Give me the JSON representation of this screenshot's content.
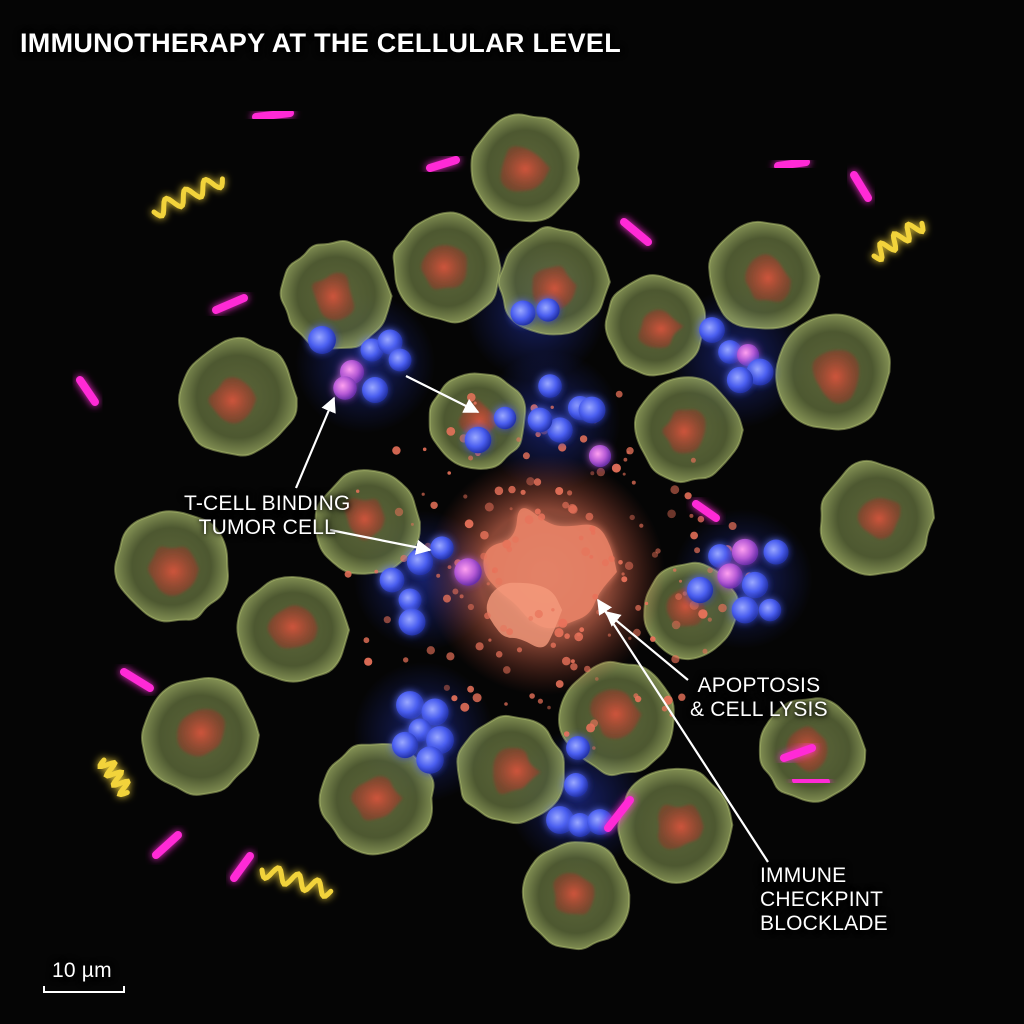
{
  "title": "IMMUNOTHERAPY AT THE CELLULAR LEVEL",
  "annotations": {
    "tcell_line1": "T-CELL BINDING",
    "tcell_line2": "TUMOR CELL",
    "apoptosis_line1": "APOPTOSIS",
    "apoptosis_line2": "& CELL LYSIS",
    "checkpoint_line1": "IMMUNE",
    "checkpoint_line2": "CHECKPINT",
    "checkpoint_line3": "BLOCKLADE"
  },
  "scale_bar": {
    "label": "10 µm"
  },
  "colors": {
    "background": "#050505",
    "tumor_cell": "#8a9a55",
    "tumor_nucleus": "#c4523a",
    "t_cell": "#4a63f0",
    "t_cell_active": "#c06ad8",
    "antibody": "#ff2bd6",
    "cytokine": "#f2d33a",
    "lysis": "#ff8a6a",
    "label": "#ffffff"
  }
}
